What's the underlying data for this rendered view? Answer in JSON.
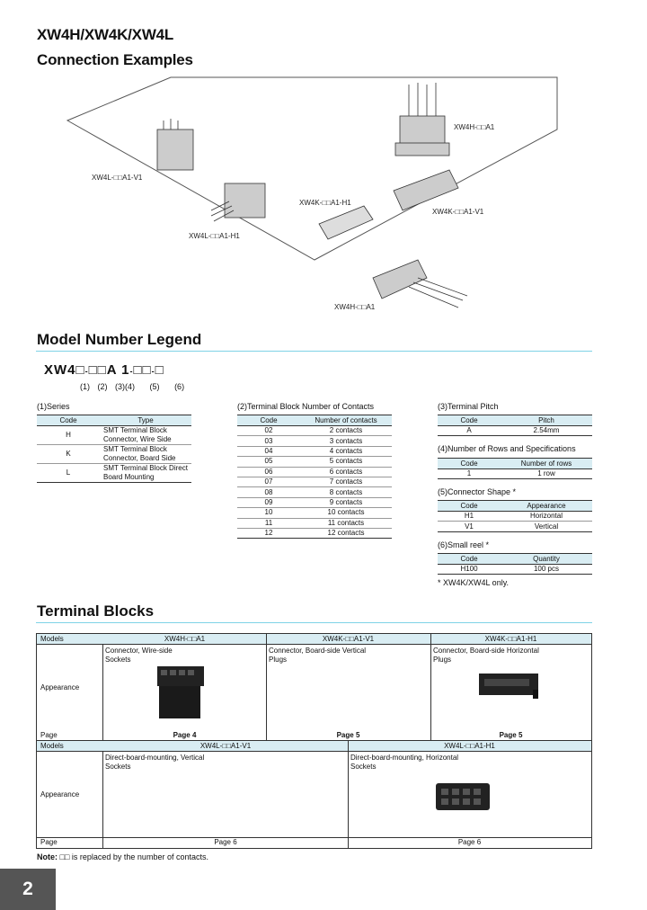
{
  "header": {
    "series_title": "XW4H/XW4K/XW4L",
    "section_title": "Connection Examples"
  },
  "connection_labels": {
    "top_right": "XW4H-□□A1",
    "left_vertical": "XW4L-□□A1-V1",
    "middle_h1": "XW4K-□□A1-H1",
    "right_v1": "XW4K-□□A1-V1",
    "bottom_left_h1": "XW4L-□□A1-H1",
    "bottom": "XW4H-□□A1"
  },
  "model_legend": {
    "title": "Model Number Legend",
    "model_string": [
      "XW4",
      "□",
      "-",
      "□□",
      "A",
      "1",
      "-",
      "□□",
      "-",
      "□"
    ],
    "positions": [
      "(1)",
      "(2)",
      "(3)",
      "(4)",
      "(5)",
      "(6)"
    ]
  },
  "series_table": {
    "caption": "(1)Series",
    "headers": [
      "Code",
      "Type"
    ],
    "rows": [
      {
        "code": "H",
        "type": "SMT Terminal Block Connector, Wire Side"
      },
      {
        "code": "K",
        "type": "SMT Terminal Block Connector, Board Side"
      },
      {
        "code": "L",
        "type": "SMT Terminal Block Direct Board Mounting"
      }
    ]
  },
  "contacts_table": {
    "caption": "(2)Terminal Block Number of Contacts",
    "headers": [
      "Code",
      "Number of contacts"
    ],
    "rows": [
      [
        "02",
        "2 contacts"
      ],
      [
        "03",
        "3 contacts"
      ],
      [
        "04",
        "4 contacts"
      ],
      [
        "05",
        "5 contacts"
      ],
      [
        "06",
        "6 contacts"
      ],
      [
        "07",
        "7 contacts"
      ],
      [
        "08",
        "8 contacts"
      ],
      [
        "09",
        "9 contacts"
      ],
      [
        "10",
        "10 contacts"
      ],
      [
        "11",
        "11 contacts"
      ],
      [
        "12",
        "12 contacts"
      ]
    ]
  },
  "pitch_table": {
    "caption": "(3)Terminal Pitch",
    "headers": [
      "Code",
      "Pitch"
    ],
    "rows": [
      [
        "A",
        "2.54mm"
      ]
    ]
  },
  "rows_table": {
    "caption": "(4)Number of Rows and Specifications",
    "headers": [
      "Code",
      "Number of rows"
    ],
    "rows": [
      [
        "1",
        "1 row"
      ]
    ]
  },
  "shape_table": {
    "caption": "(5)Connector Shape *",
    "headers": [
      "Code",
      "Appearance"
    ],
    "rows": [
      [
        "H1",
        "Horizontal"
      ],
      [
        "V1",
        "Vertical"
      ]
    ]
  },
  "reel_table": {
    "caption": "(6)Small reel *",
    "headers": [
      "Code",
      "Quantity"
    ],
    "rows": [
      [
        "H100",
        "100 pcs"
      ]
    ],
    "footnote": "* XW4K/XW4L only."
  },
  "terminal_blocks": {
    "title": "Terminal Blocks",
    "labels": {
      "models": "Models",
      "appearance": "Appearance",
      "page": "Page"
    },
    "row1": [
      {
        "model": "XW4H-□□A1",
        "desc": "Connector, Wire-side Sockets",
        "page": "Page 4"
      },
      {
        "model": "XW4K-□□A1-V1",
        "desc": "Connector, Board-side Vertical Plugs",
        "page": "Page 5"
      },
      {
        "model": "XW4K-□□A1-H1",
        "desc": "Connector, Board-side Horizontal Plugs",
        "page": "Page 5"
      }
    ],
    "row2": [
      {
        "model": "XW4L-□□A1-V1",
        "desc": "Direct-board-mounting, Vertical Sockets",
        "page": "Page 6"
      },
      {
        "model": "XW4L-□□A1-H1",
        "desc": "Direct-board-mounting, Horizontal Sockets",
        "page": "Page 6"
      }
    ],
    "note_label": "Note:",
    "note_text": "□□ is replaced by the number of contacts."
  },
  "page_number": "2"
}
